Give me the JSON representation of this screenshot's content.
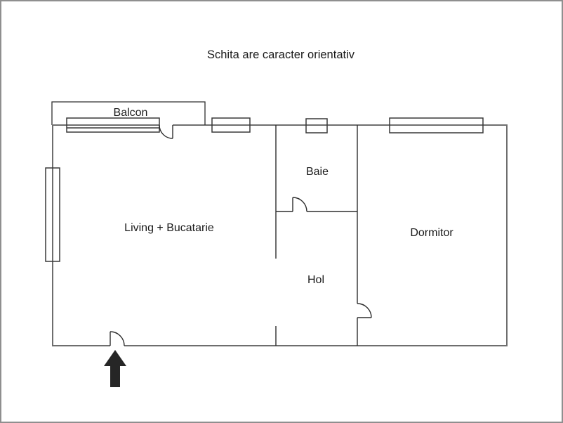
{
  "title": "Schita are caracter orientativ",
  "floorplan": {
    "rooms": {
      "balcon": {
        "label": "Balcon"
      },
      "living": {
        "label": "Living + Bucatarie"
      },
      "baie": {
        "label": "Baie"
      },
      "hol": {
        "label": "Hol"
      },
      "dormitor": {
        "label": "Dormitor"
      }
    },
    "icons": {
      "entrance_arrow": "up-arrow"
    },
    "colors": {
      "exterior_wall": "#6e6e6e",
      "interior_wall": "#2e2e2e",
      "window_outline": "#383838",
      "text": "#1a1a1a",
      "arrow": "#262626",
      "background": "#ffffff",
      "page_border": "#8f8f8f"
    }
  }
}
